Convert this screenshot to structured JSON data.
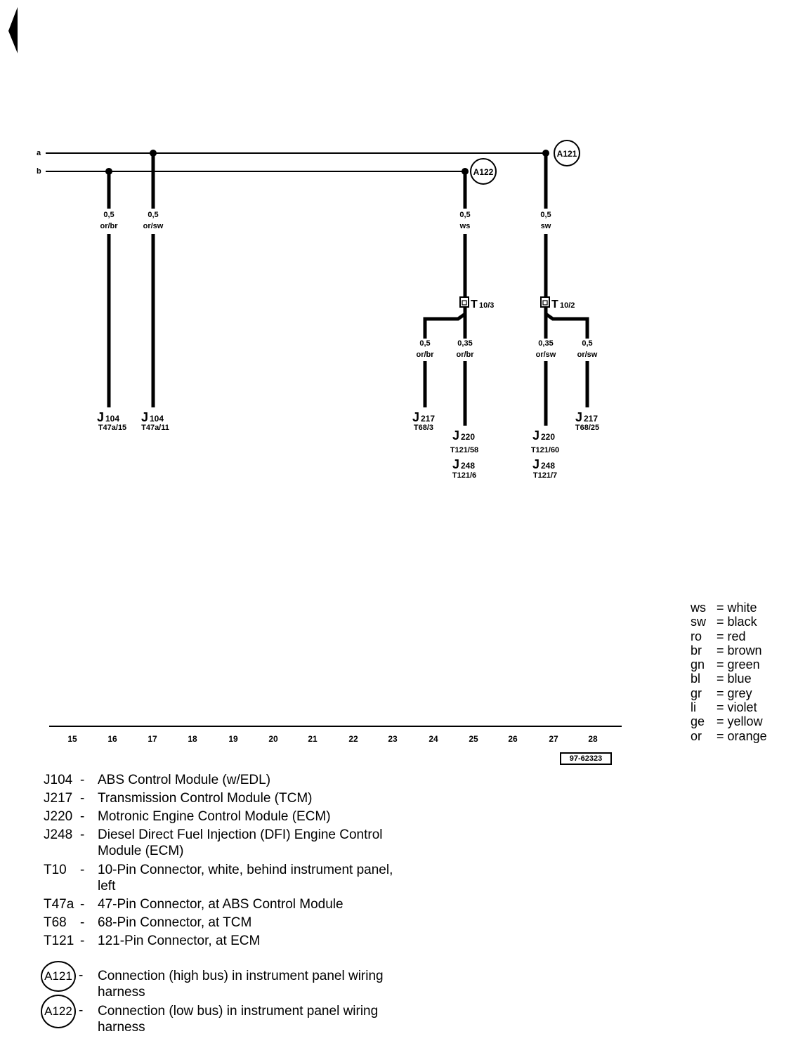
{
  "buses": [
    {
      "id": "a",
      "label": "a"
    },
    {
      "id": "b",
      "label": "b"
    }
  ],
  "bus_connections": [
    {
      "id": "A121",
      "label": "A121"
    },
    {
      "id": "A122",
      "label": "A122"
    }
  ],
  "wires": [
    {
      "id": "w1",
      "size": "0,5",
      "color": "or/br"
    },
    {
      "id": "w2",
      "size": "0,5",
      "color": "or/sw"
    },
    {
      "id": "w3",
      "size": "0,5",
      "color": "ws"
    },
    {
      "id": "w4",
      "size": "0,5",
      "color": "sw"
    },
    {
      "id": "w5",
      "size": "0,5",
      "color": "or/br"
    },
    {
      "id": "w6",
      "size": "0,35",
      "color": "or/br"
    },
    {
      "id": "w7",
      "size": "0,35",
      "color": "or/sw"
    },
    {
      "id": "w8",
      "size": "0,5",
      "color": "or/sw"
    }
  ],
  "connectors": [
    {
      "id": "T10_3",
      "main": "T",
      "sub": "10/3"
    },
    {
      "id": "T10_2",
      "main": "T",
      "sub": "10/2"
    }
  ],
  "components": [
    {
      "id": "c1",
      "code": "J",
      "sub": "104",
      "pin": "T47a/15"
    },
    {
      "id": "c2",
      "code": "J",
      "sub": "104",
      "pin": "T47a/11"
    },
    {
      "id": "c3",
      "code": "J",
      "sub": "217",
      "pin": "T68/3"
    },
    {
      "id": "c4",
      "code": "J",
      "sub": "220",
      "pin": "T121/58",
      "code2": "J",
      "sub2": "248",
      "pin2": "T121/6"
    },
    {
      "id": "c5",
      "code": "J",
      "sub": "220",
      "pin": "T121/60",
      "code2": "J",
      "sub2": "248",
      "pin2": "T121/7"
    },
    {
      "id": "c6",
      "code": "J",
      "sub": "217",
      "pin": "T68/25"
    }
  ],
  "columns": [
    "15",
    "16",
    "17",
    "18",
    "19",
    "20",
    "21",
    "22",
    "23",
    "24",
    "25",
    "26",
    "27",
    "28"
  ],
  "reference_number": "97-62323",
  "color_legend": [
    {
      "abbr": "ws",
      "eq": "=",
      "name": "white"
    },
    {
      "abbr": "sw",
      "eq": "=",
      "name": "black"
    },
    {
      "abbr": "ro",
      "eq": "=",
      "name": "red"
    },
    {
      "abbr": "br",
      "eq": "=",
      "name": "brown"
    },
    {
      "abbr": "gn",
      "eq": "=",
      "name": "green"
    },
    {
      "abbr": "bl",
      "eq": "=",
      "name": "blue"
    },
    {
      "abbr": "gr",
      "eq": "=",
      "name": "grey"
    },
    {
      "abbr": "li",
      "eq": "=",
      "name": "violet"
    },
    {
      "abbr": "ge",
      "eq": "=",
      "name": "yellow"
    },
    {
      "abbr": "or",
      "eq": "=",
      "name": "orange"
    }
  ],
  "key": [
    {
      "code": "J104",
      "dash": "-",
      "desc": "ABS Control Module (w/EDL)"
    },
    {
      "code": "J217",
      "dash": "-",
      "desc": "Transmission Control Module (TCM)"
    },
    {
      "code": "J220",
      "dash": "-",
      "desc": "Motronic Engine Control Module (ECM)"
    },
    {
      "code": "J248",
      "dash": "-",
      "desc": "Diesel Direct Fuel Injection (DFI) Engine Control Module (ECM)"
    },
    {
      "code": "T10",
      "dash": "-",
      "desc": "10-Pin Connector, white, behind instrument panel, left"
    },
    {
      "code": "T47a",
      "dash": "-",
      "desc": "47-Pin Connector, at ABS Control Module"
    },
    {
      "code": "T68",
      "dash": "-",
      "desc": "68-Pin Connector, at TCM"
    },
    {
      "code": "T121",
      "dash": "-",
      "desc": "121-Pin Connector, at ECM"
    }
  ],
  "circled_key": [
    {
      "code": "A121",
      "dash": "-",
      "desc": "Connection (high bus) in instrument panel wiring harness"
    },
    {
      "code": "A122",
      "dash": "-",
      "desc": "Connection (low bus) in instrument panel wiring harness"
    }
  ]
}
